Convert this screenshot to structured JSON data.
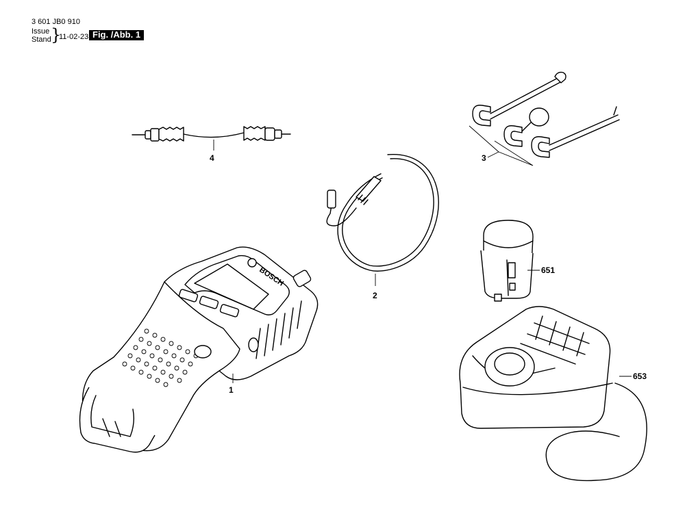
{
  "header": {
    "part_number": "3 601 JB0 910",
    "issue_label": "Issue",
    "stand_label": "Stand",
    "brace": "}",
    "date": "11-02-23",
    "figure_label": "Fig. /Abb. 1"
  },
  "diagram": {
    "brand_text": "BOSCH",
    "callouts": {
      "handle_unit": "1",
      "camera_cable": "2",
      "attachments": "3",
      "av_cable": "4",
      "battery": "651",
      "charger": "653"
    }
  }
}
